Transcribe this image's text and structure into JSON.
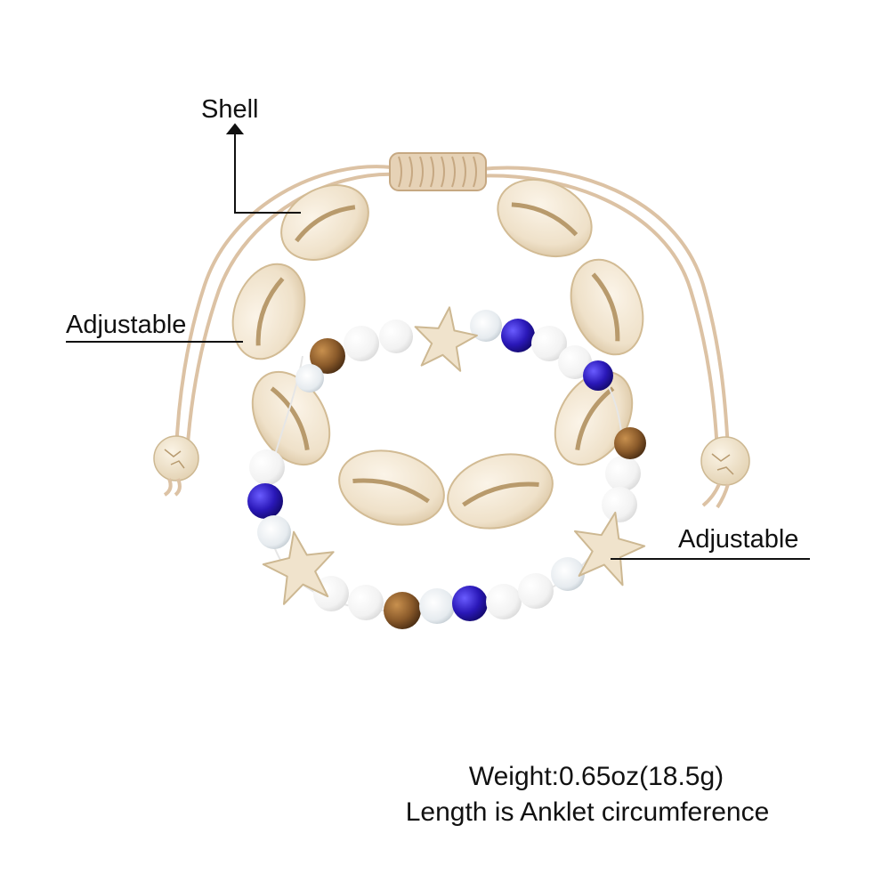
{
  "annotations": {
    "shell": "Shell",
    "adjustable_left": "Adjustable",
    "adjustable_right": "Adjustable"
  },
  "caption": {
    "weight": "Weight:0.65oz(18.5g)",
    "length": "Length is Anklet circumference"
  },
  "colors": {
    "background": "#ffffff",
    "cord": "#dcc2a4",
    "shell": "#f1e4cf",
    "shell_shadow": "#d7c09d",
    "starfish": "#f0e3cc",
    "bead_white": "#f8f8f8",
    "bead_blue": "#2a18b8",
    "bead_clear": "#e9eef2",
    "bead_brown": "#8a5a2a",
    "annotation_line": "#111111"
  }
}
